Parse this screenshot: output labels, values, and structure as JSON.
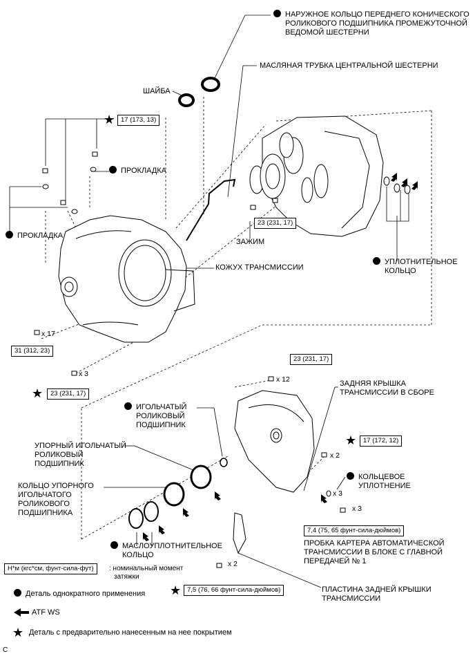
{
  "parts": {
    "bearing_outer_race": [
      "НАРУЖНОЕ КОЛЬЦО ПЕРЕДНЕГО КОНИЧЕСКОГО",
      "РОЛИКОВОГО ПОДШИПНИКА ПРОМЕЖУТОЧНОЙ",
      "ВЕДОМОЙ ШЕСТЕРНИ"
    ],
    "oil_pipe": "МАСЛЯНАЯ ТРУБКА ЦЕНТРАЛЬНОЙ ШЕСТЕРНИ",
    "washer": "ШАЙБА",
    "gasket_1": "ПРОКЛАДКА",
    "gasket_2": "ПРОКЛАДКА",
    "clamp": "ЗАЖИМ",
    "transmission_case": "КОЖУХ ТРАНСМИССИИ",
    "o_ring": [
      "УПЛОТНИТЕЛЬНОЕ",
      "КОЛЬЦО"
    ],
    "rear_cover": [
      "ЗАДНЯЯ КРЫШКА",
      "ТРАНСМИССИИ В СБОРЕ"
    ],
    "needle_bearing": [
      "ИГОЛЬЧАТЫЙ",
      "РОЛИКОВЫЙ",
      "ПОДШИПНИК"
    ],
    "thrust_needle_bearing": [
      "УПОРНЫЙ ИГОЛЬЧАТЫЙ",
      "РОЛИКОВЫЙ",
      "ПОДШИПНИК"
    ],
    "thrust_bearing_race": [
      "КОЛЬЦО УПОРНОГО",
      "ИГОЛЬЧАТОГО",
      "РОЛИКОВОГО",
      "ПОДШИПНИКА"
    ],
    "oil_seal_ring": [
      "МАСЛОУПЛОТНИТЕЛЬНОЕ",
      "КОЛЬЦО"
    ],
    "ring_seal": [
      "КОЛЬЦЕВОЕ",
      "УПЛОТНЕНИЕ"
    ],
    "plug": [
      "ПРОБКА КАРТЕРА АВТОМАТИЧЕСКОЙ",
      "ТРАНСМИССИИ В БЛОКЕ С ГЛАВНОЙ",
      "ПЕРЕДАЧЕЙ № 1"
    ],
    "rear_cover_plate": [
      "ПЛАСТИНА ЗАДНЕЙ КРЫШКИ",
      "ТРАНСМИССИИ"
    ]
  },
  "torques": {
    "t_top": "17 (173, 13)",
    "t_pipe": "23 (231, 17)",
    "t_case_bolts": "31 (312, 23)",
    "t_case_bolts_star": "23 (231, 17)",
    "t_cover_bolts": "23 (231, 17)",
    "t_cover_star": "17 (172, 12)",
    "t_plug": "7,4 (75, 65 фунт-сила-дюймов)",
    "t_plate": "7,5 (76, 66 фунт-сила-дюймов)"
  },
  "multipliers": {
    "case_bolts": "x 17",
    "case_bolts_star": "x 3",
    "cover_bolts": "x 12",
    "cover_star": "x 2",
    "plug_seal": "x 3",
    "plug": "x 3",
    "plate": "x 2"
  },
  "legend": {
    "torque_box": "Н*м (кгс*см, фунт-сила-фут)",
    "torque_desc_1": ": номинальный момент",
    "torque_desc_2": "затяжки",
    "non_reusable": "Деталь однократного применения",
    "atf": "ATF WS",
    "precoated": "Деталь с предварительно нанесенным на нее покрытием"
  },
  "corner_label": "C"
}
